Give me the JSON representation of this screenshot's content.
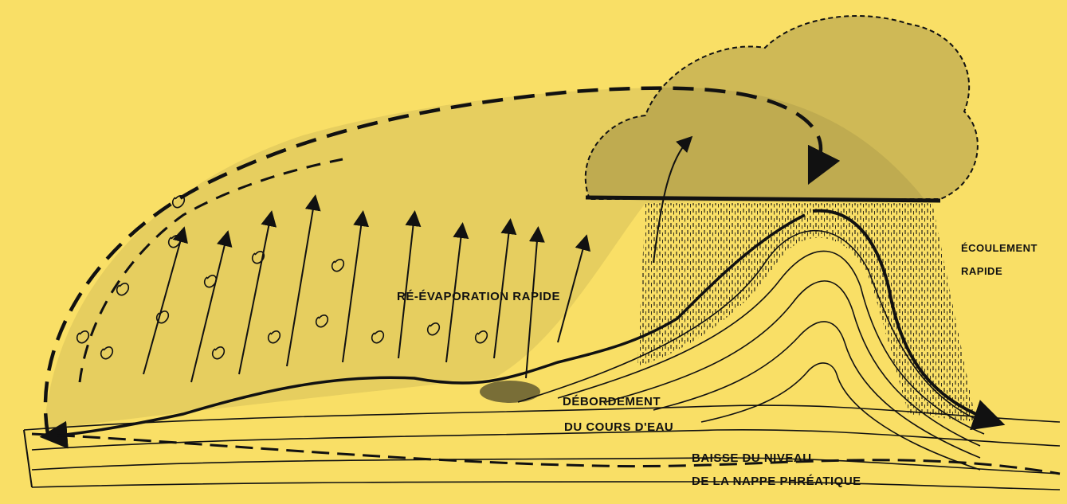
{
  "labels": {
    "reevaporation": "Ré-évaporation rapide",
    "debordement_line1": "Débordement",
    "debordement_line2": "du cours d'eau",
    "ecoulement_line1": "Écoulement",
    "ecoulement_line2": "rapide",
    "baisse_line1": "Baisse du niveau",
    "baisse_line2": "de la nappe phréatique"
  },
  "colors": {
    "background": "#f9df66",
    "ink": "#111111"
  }
}
